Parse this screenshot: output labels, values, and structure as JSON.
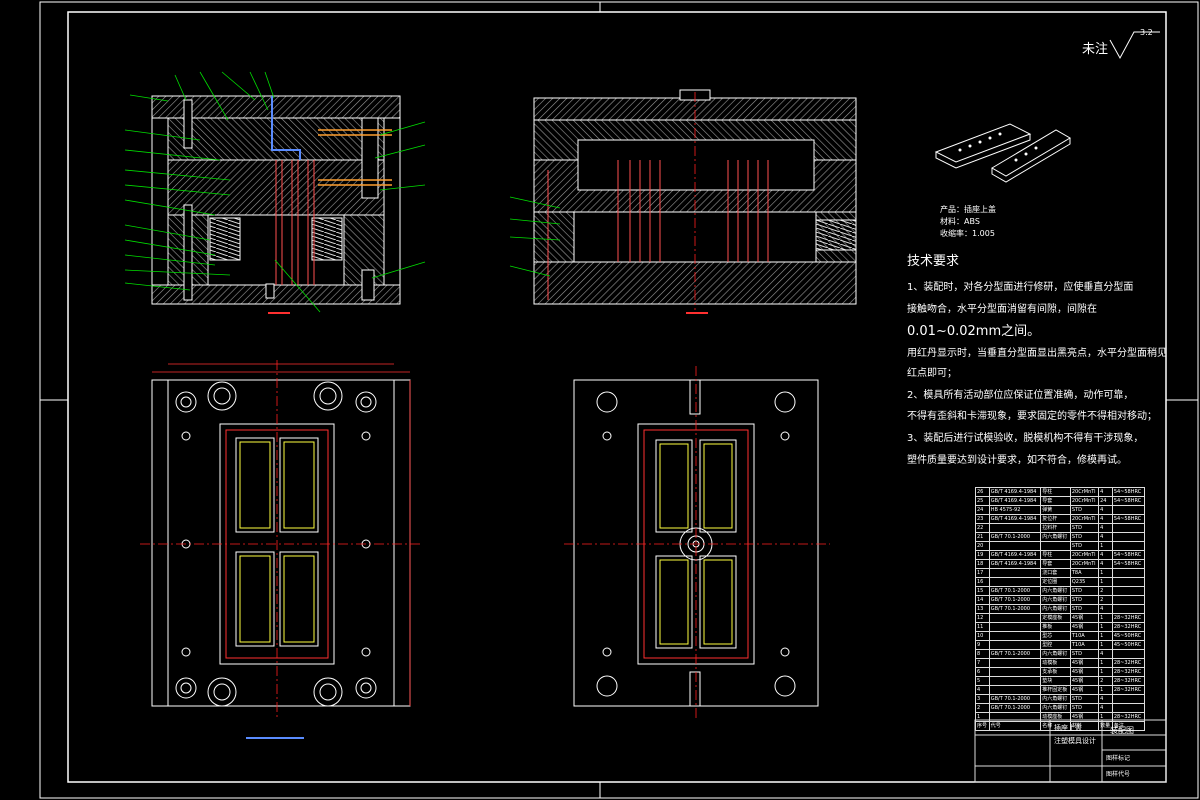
{
  "drawing": {
    "roughness_note": "未注",
    "roughness_value": "3.2",
    "product_label": "产品：",
    "product_name": "插座上盖",
    "material_label": "材料：",
    "material_value": "ABS",
    "shrink_label": "收缩率：",
    "shrink_value": "1.005"
  },
  "requirements": {
    "heading": "技术要求",
    "lines": [
      "1、装配时，对各分型面进行修研，应使垂直分型面",
      "接触吻合，水平分型面消留有间隙，间隙在",
      "0.01~0.02mm之间。",
      "用红丹显示时，当垂直分型面显出黑亮点，水平分型面稍见",
      "红点即可；",
      "2、模具所有活动部位应保证位置准确，动作可靠，",
      "不得有歪斜和卡滞现象，要求固定的零件不得相对移动；",
      "3、装配后进行试模验收，脱模机构不得有干涉现象，",
      "塑件质量要达到设计要求，如不符合，修模再试。"
    ]
  },
  "bom_rows": [
    [
      "26",
      "GB/T 4169.4-1984",
      "导柱",
      "20CrMnTi",
      "4",
      "54~58HRC"
    ],
    [
      "25",
      "GB/T 4169.4-1984",
      "导套",
      "20CrMnTi",
      "24",
      "54~58HRC"
    ],
    [
      "24",
      "HB 4575-92",
      "弹簧",
      "STD",
      "4",
      ""
    ],
    [
      "23",
      "GB/T 4169.4-1984",
      "复位杆",
      "20CrMnTi",
      "4",
      "54~58HRC"
    ],
    [
      "22",
      "",
      "拉料杆",
      "STD",
      "4",
      ""
    ],
    [
      "21",
      "GB/T 70.1-2000",
      "内六角螺钉",
      "STD",
      "4",
      ""
    ],
    [
      "20",
      "",
      "",
      "STD",
      "1",
      ""
    ],
    [
      "19",
      "GB/T 4169.4-1984",
      "导柱",
      "20CrMnTi",
      "4",
      "54~58HRC"
    ],
    [
      "18",
      "GB/T 4169.4-1984",
      "导套",
      "20CrMnTi",
      "4",
      "54~58HRC"
    ],
    [
      "17",
      "",
      "浇口套",
      "T8A",
      "1",
      ""
    ],
    [
      "16",
      "",
      "定位圈",
      "Q235",
      "1",
      ""
    ],
    [
      "15",
      "GB/T 70.1-2000",
      "内六角螺钉",
      "STD",
      "2",
      ""
    ],
    [
      "14",
      "GB/T 70.1-2000",
      "内六角螺钉",
      "STD",
      "2",
      ""
    ],
    [
      "13",
      "GB/T 70.1-2000",
      "内六角螺钉",
      "STD",
      "4",
      ""
    ],
    [
      "12",
      "",
      "定模座板",
      "45钢",
      "1",
      "28~32HRC"
    ],
    [
      "11",
      "",
      "推板",
      "45钢",
      "1",
      "28~32HRC"
    ],
    [
      "10",
      "",
      "型芯",
      "T10A",
      "1",
      "45~50HRC"
    ],
    [
      "9",
      "",
      "型腔",
      "T10A",
      "1",
      "45~50HRC"
    ],
    [
      "8",
      "GB/T 70.1-2000",
      "内六角螺钉",
      "STD",
      "4",
      ""
    ],
    [
      "7",
      "",
      "动模板",
      "45钢",
      "1",
      "28~32HRC"
    ],
    [
      "6",
      "",
      "支承板",
      "45钢",
      "1",
      "28~32HRC"
    ],
    [
      "5",
      "",
      "垫块",
      "45钢",
      "2",
      "28~32HRC"
    ],
    [
      "4",
      "",
      "推杆固定板",
      "45钢",
      "1",
      "28~32HRC"
    ],
    [
      "3",
      "GB/T 70.1-2000",
      "内六角螺钉",
      "STD",
      "4",
      ""
    ],
    [
      "2",
      "GB/T 70.1-2000",
      "内六角螺钉",
      "STD",
      "4",
      ""
    ],
    [
      "1",
      "",
      "动模座板",
      "45钢",
      "1",
      "28~32HRC"
    ]
  ],
  "bom_header": [
    "序号",
    "代号",
    "名称",
    "材料",
    "数量",
    "备注"
  ],
  "title_block": {
    "title_line1": "插座上盖",
    "title_line2": "注塑模具设计",
    "drawing_name": "装配图",
    "scale_label": "图样标记",
    "code_label": "图样代号"
  },
  "colors": {
    "background": "#000000",
    "outline": "#ffffff",
    "section_hatch": "#b0b0b0",
    "center_line": "#ff2020",
    "leader": "#00e000",
    "ejector": "#ff5050",
    "cavity": "#ffff40",
    "dimension": "#ff3030"
  }
}
